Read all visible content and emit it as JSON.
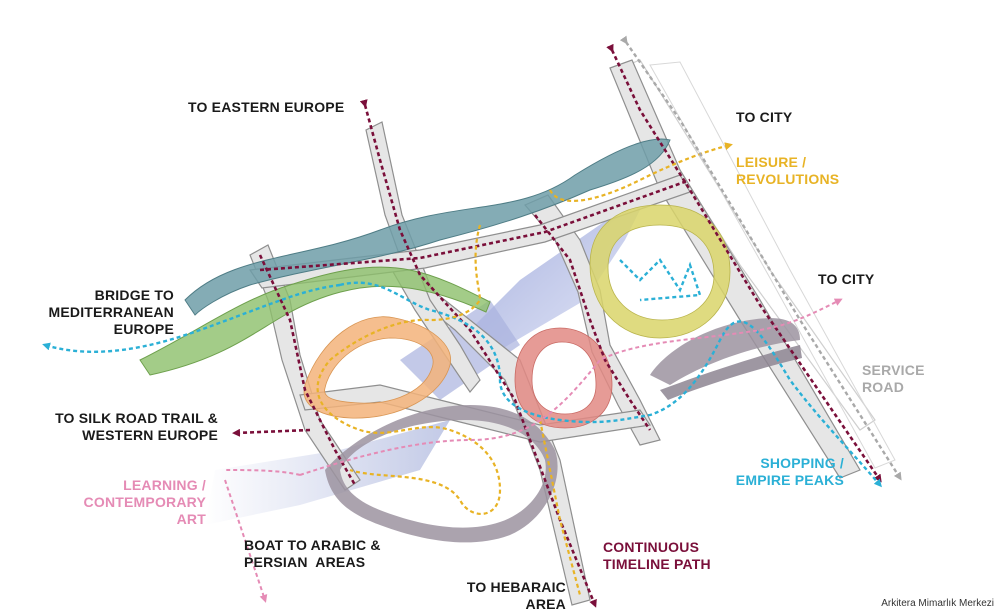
{
  "labels": {
    "eastern_europe": "TO EASTERN EUROPE",
    "to_city_top": "TO CITY",
    "leisure": "LEISURE /\nREVOLUTIONS",
    "to_city_right": "TO CITY",
    "service_road": "SERVICE\nROAD",
    "bridge": "BRIDGE TO\nMEDITERRANEAN\nEUROPE",
    "silk_road": "TO SILK ROAD TRAIL &\nWESTERN EUROPE",
    "learning": "LEARNING /\nCONTEMPORARY\nART",
    "boat": "BOAT TO ARABIC &\nPERSIAN  AREAS",
    "hebaraic": "TO HEBARAIC\nAREA",
    "timeline": "CONTINUOUS\nTIMELINE PATH",
    "shopping": "SHOPPING /\nEMPIRE PEAKS"
  },
  "credit": "Arkitera Mimarlık Merkezi",
  "colors": {
    "timeline_path": "#7a0f3a",
    "leisure": "#e8b325",
    "shopping": "#2bb0d6",
    "learning": "#e58bb5",
    "service": "#a9a9a9",
    "teal_ribbon": "#6f9ea8",
    "green_ribbon": "#8cbf6a",
    "orange_ring": "#f3b37a",
    "red_ring": "#e28a84",
    "yellow_ring": "#d9d56a",
    "grey_ribbon": "#9c93a0",
    "blue_plane": "#9aa6d6",
    "walkway": "#e6e6e6"
  }
}
